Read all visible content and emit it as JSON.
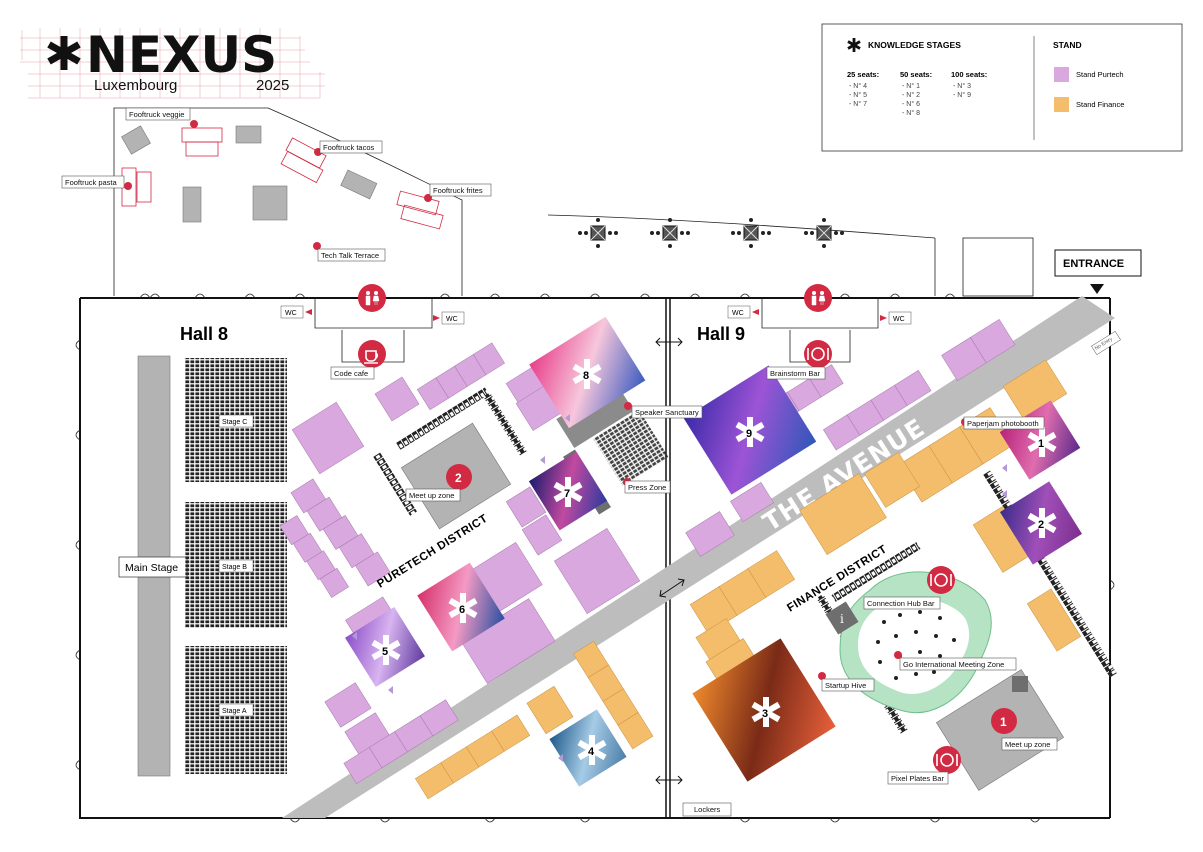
{
  "brand": {
    "name": "NEXUS",
    "city": "Luxembourg",
    "year": "2025",
    "accent_color": "#d22a43",
    "icon": "asterisk-icon"
  },
  "legend": {
    "knowledge_title": "KNOWLEDGE STAGES",
    "groups": [
      {
        "title": "25 seats:",
        "items": [
          "- N° 4",
          "- N° 5",
          "- N° 7"
        ]
      },
      {
        "title": "50 seats:",
        "items": [
          "- N° 1",
          "- N° 2",
          "- N° 6",
          "- N° 8"
        ]
      },
      {
        "title": "100 seats:",
        "items": [
          "- N° 3",
          "- N° 9"
        ]
      }
    ],
    "stand_title": "STAND",
    "stands": [
      {
        "label": "Stand Purtech",
        "color": "#d9a8de"
      },
      {
        "label": "Stand Finance",
        "color": "#f4bd6c"
      }
    ]
  },
  "map": {
    "halls": [
      "Hall 8",
      "Hall 9"
    ],
    "entrance": "ENTRANCE",
    "avenue": "THE AVENUE",
    "districts": [
      "PURETECH DISTRICT",
      "FINANCE DISTRICT"
    ],
    "main_stage": "Main Stage",
    "seating_stages": [
      "Stage C",
      "Stage B",
      "Stage A"
    ],
    "wc": "WC",
    "no_entry": "No Entry",
    "knowledge_stages": [
      "1",
      "2",
      "3",
      "4",
      "5",
      "6",
      "7",
      "8",
      "9"
    ],
    "meetup_numbers": [
      "2",
      "1"
    ],
    "places": [
      "Fooftruck veggie",
      "Fooftruck tacos",
      "Fooftruck pasta",
      "Fooftruck frites",
      "Tech Talk Terrace",
      "Code cafe",
      "Brainstorm Bar",
      "Speaker Sanctuary",
      "Press Zone",
      "Meet up zone",
      "Paperjam photobooth",
      "Connection Hub Bar",
      "Go International Meeting  Zone",
      "Startup Hive",
      "Meet up zone",
      "Pixel Plates Bar",
      "Lockers"
    ]
  }
}
